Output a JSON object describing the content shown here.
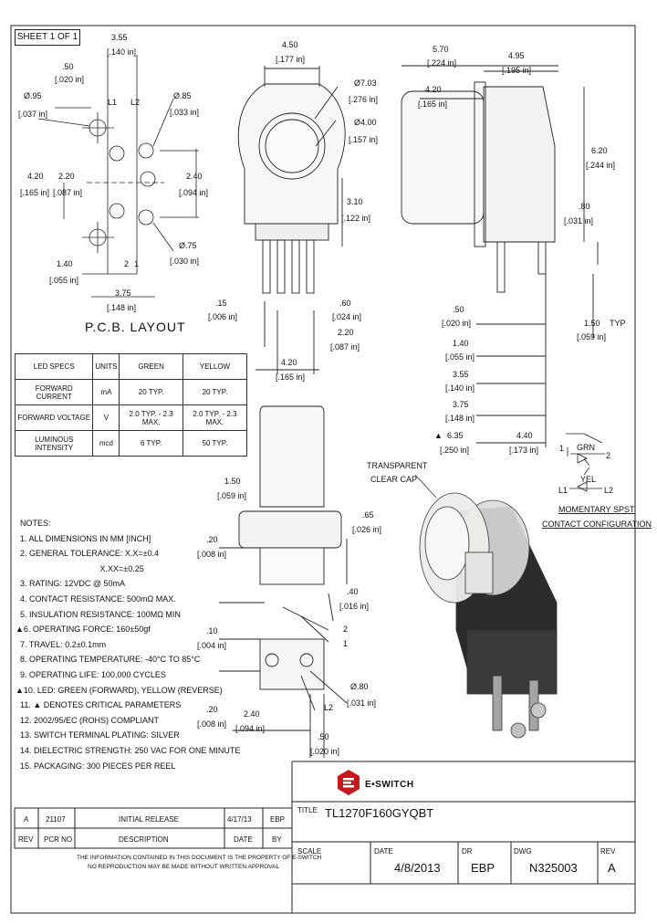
{
  "sheet": "SHEET 1 OF 1",
  "pcb_layout_title": "P.C.B. LAYOUT",
  "pcb_dims": {
    "d_355": "3.55",
    "d_355_in": "[.140 in]",
    "d_050": ".50",
    "d_050_in": "[.020 in]",
    "d_095": "Ø.95",
    "d_095_in": "[.037 in]",
    "d_085": "Ø.85",
    "d_085_in": "[.033 in]",
    "d_420": "4.20",
    "d_420_in": "[.165 in]",
    "d_220": "2.20",
    "d_220_in": "[.087 in]",
    "d_240": "2.40",
    "d_240_in": "[.094 in]",
    "d_075": "Ø.75",
    "d_075_in": "[.030 in]",
    "d_140": "1.40",
    "d_140_in": "[.055 in]",
    "d_375": "3.75",
    "d_375_in": "[.148 in]",
    "pin_L1": "L1",
    "pin_L2": "L2",
    "pin_2": "2",
    "pin_1": "1"
  },
  "front_dims": {
    "d_450": "4.50",
    "d_450_in": "[.177 in]",
    "d_703": "Ø7.03",
    "d_703_in": "[.276 in]",
    "d_400": "Ø4.00",
    "d_400_in": "[.157 in]",
    "d_310": "3.10",
    "d_310_in": "[.122 in]",
    "d_015": ".15",
    "d_015_in": "[.006 in]",
    "d_060": ".60",
    "d_060_in": "[.024 in]",
    "d_220": "2.20",
    "d_220_in": "[.087 in]",
    "d_420": "4.20",
    "d_420_in": "[.165 in]"
  },
  "side_dims": {
    "d_570": "5.70",
    "d_570_in": "[.224 in]",
    "d_495": "4.95",
    "d_495_in": "[.195 in]",
    "d_420": "4.20",
    "d_420_in": "[.165 in]",
    "d_620": "6.20",
    "d_620_in": "[.244 in]",
    "d_080": ".80",
    "d_080_in": "[.031 in]",
    "d_050": ".50",
    "d_050_in": "[.020 in]",
    "d_140": "1.40",
    "d_140_in": "[.055 in]",
    "d_355": "3.55",
    "d_355_in": "[.140 in]",
    "d_375": "3.75",
    "d_375_in": "[.148 in]",
    "d_635": "6.35",
    "d_635_in": "[.250 in]",
    "d_440": "4.40",
    "d_440_in": "[.173 in]",
    "d_150": "1.50",
    "d_150_in": "[.059 in]",
    "typ": "TYP"
  },
  "bottom_dims": {
    "d_150": "1.50",
    "d_150_in": "[.059 in]",
    "d_065": ".65",
    "d_065_in": "[.026 in]",
    "d_020": ".20",
    "d_020_in": "[.008 in]",
    "d_040": ".40",
    "d_040_in": "[.016 in]",
    "d_010": ".10",
    "d_010_in": "[.004 in]",
    "d_080": "Ø.80",
    "d_080_in": "[.031 in]",
    "d_020b": ".20",
    "d_020b_in": "[.008 in]",
    "d_240": "2.40",
    "d_240_in": "[.094 in]",
    "d_050": ".50",
    "d_050_in": "[.020 in]",
    "pin_2": "2",
    "pin_1": "1",
    "pin_L2": "L2"
  },
  "led_table": {
    "header": [
      "LED SPECS",
      "UNITS",
      "GREEN",
      "YELLOW"
    ],
    "rows": [
      [
        "FORWARD CURRENT",
        "mA",
        "20 TYP.",
        "20 TYP."
      ],
      [
        "FORWARD VOLTAGE",
        "V",
        "2.0 TYP. - 2.3 MAX.",
        "2.0 TYP. - 2.3 MAX."
      ],
      [
        "LUMINOUS INTENSITY",
        "mcd",
        "6 TYP.",
        "50 TYP."
      ]
    ]
  },
  "notes": {
    "title": "NOTES:",
    "items": [
      "1. ALL DIMENSIONS IN MM [INCH]",
      "2. GENERAL TOLERANCE: X.X=±0.4",
      "                                   X.XX=±0.25",
      "3. RATING: 12VDC @ 50mA",
      "4. CONTACT RESISTANCE: 500mΩ MAX.",
      "5. INSULATION RESISTANCE: 100MΩ MIN",
      "▲6. OPERATING FORCE: 160±50gf",
      "7. TRAVEL: 0.2±0.1mm",
      "8. OPERATING TEMPERATURE: -40°C TO 85°C",
      "9. OPERATING LIFE: 100,000 CYCLES",
      "▲10. LED: GREEN (FORWARD), YELLOW (REVERSE)",
      "11. ▲ DENOTES CRITICAL PARAMETERS",
      "12. 2002/95/EC (ROHS) COMPLIANT",
      "13. SWITCH TERMINAL PLATING: SILVER",
      "14. DIELECTRIC STRENGTH: 250 VAC FOR ONE MINUTE",
      "15. PACKAGING: 300 PIECES PER REEL"
    ]
  },
  "cap_label_1": "TRANSPARENT",
  "cap_label_2": "CLEAR CAP",
  "schematic": {
    "p1": "1",
    "grn": "GRN",
    "p2": "2",
    "l1": "L1",
    "yel": "YEL",
    "l2": "L2",
    "caption_1": "MOMENTARY SPST",
    "caption_2": "CONTACT CONFIGURATION"
  },
  "brand": "E•SWITCH",
  "revision_table": {
    "row": [
      "A",
      "21107",
      "INITIAL RELEASE",
      "4/17/13",
      "EBP"
    ],
    "header": [
      "REV",
      "PCR NO",
      "DESCRIPTION",
      "DATE",
      "BY"
    ]
  },
  "disclaimer_1": "THE INFORMATION CONTAINED IN THIS DOCUMENT IS THE PROPERTY OF E-SWITCH",
  "disclaimer_2": "NO REPRODUCTION MAY BE MADE WITHOUT WRITTEN APPROVAL",
  "title_block": {
    "title_label": "TITLE",
    "title_value": "TL1270F160GYQBT",
    "scale_label": "SCALE",
    "date_label": "DATE",
    "date_value": "4/8/2013",
    "dr_label": "DR",
    "dr_value": "EBP",
    "dwg_label": "DWG",
    "dwg_value": "N325003",
    "rev_label": "REV",
    "rev_value": "A"
  }
}
